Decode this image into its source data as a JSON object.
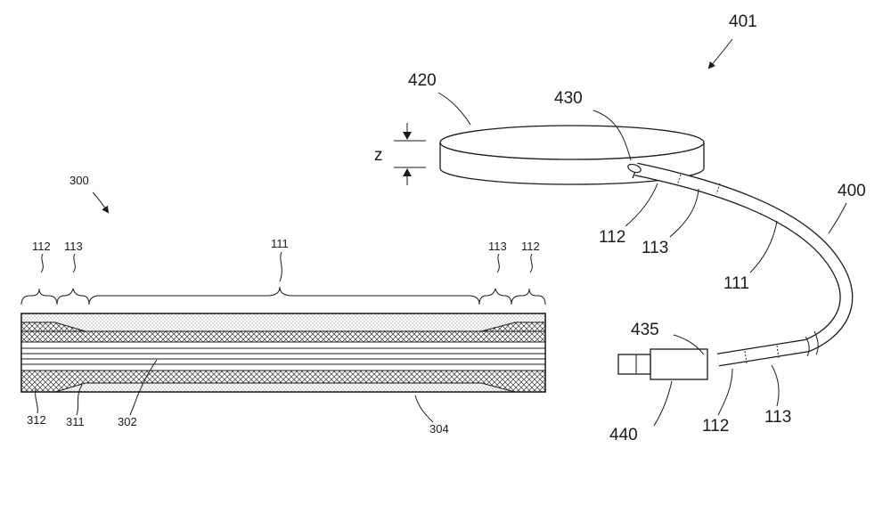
{
  "left_figure": {
    "ref": "300",
    "regions": {
      "left_outer": "112",
      "left_transition": "113",
      "center": "111",
      "right_transition": "113",
      "right_outer": "112"
    },
    "layers": {
      "l312": "312",
      "l311": "311",
      "l302": "302",
      "l304": "304"
    }
  },
  "right_figure": {
    "ref": "401",
    "puck": "420",
    "thickness": "z",
    "cable_exit": "430",
    "cable": "400",
    "upper_end": "112",
    "upper_transition": "113",
    "cable_middle": "111",
    "connector_body": "435",
    "connector": "440",
    "lower_end": "112",
    "lower_transition": "113"
  }
}
